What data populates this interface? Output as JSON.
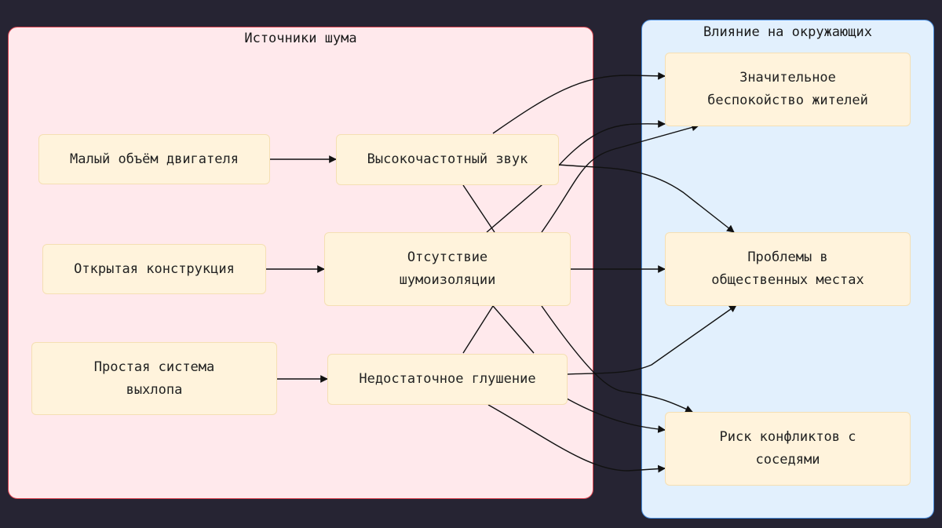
{
  "clusters": {
    "sources": {
      "title": "Источники шума"
    },
    "impact": {
      "title": "Влияние на окружающих"
    }
  },
  "nodes": {
    "small_engine": "Малый объём двигателя",
    "open_design": "Открытая конструкция",
    "simple_exhaust": "Простая система выхлопа",
    "high_freq": "Высокочастотный звук",
    "no_insulation": "Отсутствие шумоизоляции",
    "poor_muffling": "Недостаточное глушение",
    "residents": "Значительное беспокойство жителей",
    "public_places": "Проблемы в общественных местах",
    "neighbors": "Риск конфликтов с соседями"
  },
  "edges": [
    [
      "small_engine",
      "high_freq"
    ],
    [
      "open_design",
      "no_insulation"
    ],
    [
      "simple_exhaust",
      "poor_muffling"
    ],
    [
      "high_freq",
      "residents"
    ],
    [
      "high_freq",
      "public_places"
    ],
    [
      "high_freq",
      "neighbors"
    ],
    [
      "no_insulation",
      "residents"
    ],
    [
      "no_insulation",
      "public_places"
    ],
    [
      "no_insulation",
      "neighbors"
    ],
    [
      "poor_muffling",
      "residents"
    ],
    [
      "poor_muffling",
      "public_places"
    ],
    [
      "poor_muffling",
      "neighbors"
    ]
  ]
}
